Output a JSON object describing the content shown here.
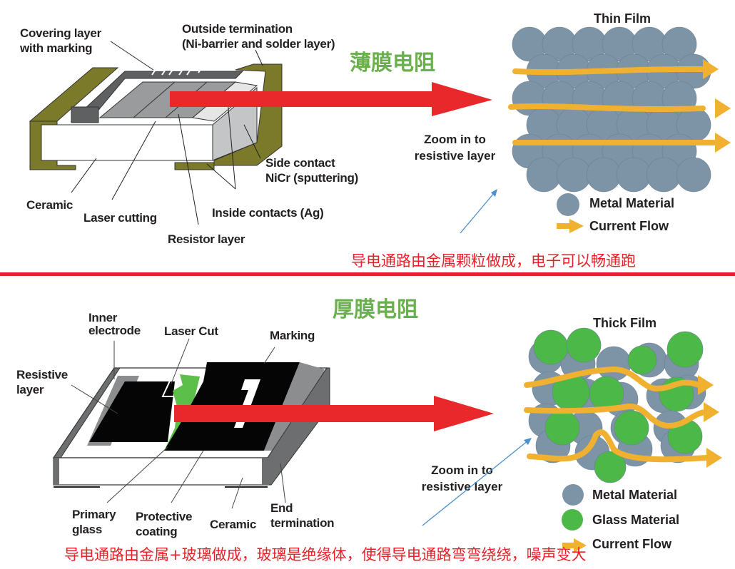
{
  "thin_film_section": {
    "title_cn": "薄膜电阻",
    "chip_labels": {
      "covering_layer": [
        "Covering layer",
        "with marking"
      ],
      "outside_termination": [
        "Outside termination",
        "(Ni-barrier and solder layer)"
      ],
      "side_contact": [
        "Side contact",
        "NiCr (sputtering)"
      ],
      "ceramic": "Ceramic",
      "laser_cutting": "Laser cutting",
      "inside_contacts": "Inside contacts (Ag)",
      "resistor_layer": "Resistor layer"
    },
    "zoom_label": [
      "Zoom in to",
      "resistive layer"
    ],
    "micro_title": "Thin Film",
    "legend": {
      "metal": "Metal Material",
      "current": "Current Flow"
    },
    "note_cn": "导电通路由金属颗粒做成，电子可以畅通跑"
  },
  "thick_film_section": {
    "title_cn": "厚膜电阻",
    "chip_labels": {
      "inner_electrode": [
        "Inner",
        "electrode"
      ],
      "laser_cut": "Laser Cut",
      "marking": "Marking",
      "resistive_layer": [
        "Resistive",
        "layer"
      ],
      "primary_glass": [
        "Primary",
        "glass"
      ],
      "protective_coating": [
        "Protective",
        "coating"
      ],
      "ceramic": "Ceramic",
      "end_termination": [
        "End",
        "termination"
      ]
    },
    "zoom_label": [
      "Zoom in to",
      "resistive layer"
    ],
    "micro_title": "Thick Film",
    "legend": {
      "metal": "Metal Material",
      "glass": "Glass Material",
      "current": "Current Flow"
    },
    "note_cn": "导电通路由金属+玻璃做成，玻璃是绝缘体，使得导电通路弯弯绕绕，噪声变大"
  },
  "colors": {
    "arrow_red": "#e8282a",
    "title_green": "#6ab04c",
    "note_red": "#e8202a",
    "metal_grey": "#7d93a6",
    "glass_green": "#4cb848",
    "current_orange": "#f0b030",
    "termination_olive": "#7a7a2a",
    "pointer_blue": "#4a8fd0"
  }
}
